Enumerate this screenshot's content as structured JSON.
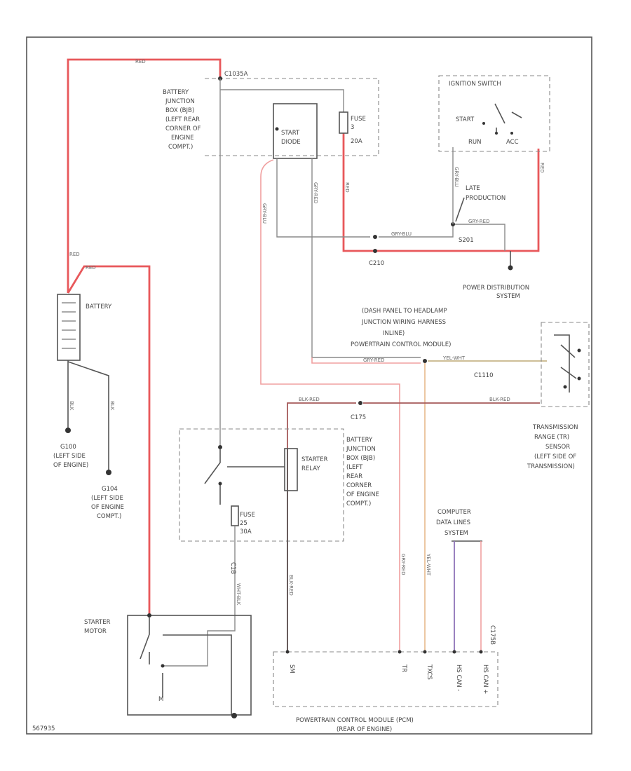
{
  "wire_colors": {
    "battery_feed": "#e8585b",
    "signal_pink": "#f0a0a0",
    "ground_gray": "#8a8a8a",
    "control": "#555555",
    "tr_signal": "#a55a5a",
    "data_orange": "#e8b98a",
    "data_purple": "#8e73b8"
  },
  "labels": {
    "c1035a": "C1035A",
    "bjb_top": [
      "BATTERY",
      "JUNCTION",
      "BOX (BJB)",
      "(LEFT REAR",
      "CORNER OF",
      "ENGINE",
      "COMPT.)"
    ],
    "start_diode": [
      "START",
      "DIODE"
    ],
    "fuse_top": [
      "FUSE",
      "3",
      "20A"
    ],
    "ignition_switch": "IGNITION SWITCH",
    "start": "START",
    "run": "RUN",
    "acc": "ACC",
    "late_production": [
      "LATE",
      "PRODUCTION"
    ],
    "s201": "S201",
    "c210": "C210",
    "power_distribution": [
      "POWER DISTRIBUTION",
      "SYSTEM"
    ],
    "battery": "BATTERY",
    "g100": [
      "G100",
      "(LEFT SIDE",
      "OF ENGINE)"
    ],
    "g104": [
      "G104",
      "(LEFT SIDE",
      "OF ENGINE",
      "COMPT.)"
    ],
    "dash_panel": [
      "(DASH PANEL TO HEADLAMP",
      "JUNCTION WIRING HARNESS",
      "INLINE)",
      "POWERTRAIN CONTROL MODULE)"
    ],
    "c1110": "C1110",
    "c175": "C175",
    "tr_sensor": [
      "TRANSMISSION",
      "RANGE (TR)",
      "SENSOR",
      "(LEFT SIDE OF",
      "TRANSMISSION)"
    ],
    "bjb_bottom": [
      "BATTERY",
      "JUNCTION",
      "BOX (BJB)",
      "(LEFT",
      "REAR",
      "CORNER",
      "OF ENGINE",
      "COMPT.)"
    ],
    "starter_relay": [
      "STARTER",
      "RELAY"
    ],
    "fuse_bottom": [
      "FUSE",
      "25",
      "30A"
    ],
    "c1b": "C1B",
    "computer_data_lines": [
      "COMPUTER",
      "DATA LINES",
      "SYSTEM"
    ],
    "starter_motor": [
      "STARTER",
      "MOTOR"
    ],
    "m": "M",
    "pcm": [
      "POWERTRAIN CONTROL MODULE (PCM)",
      "(REAR OF ENGINE)"
    ],
    "pcm_pins": [
      "SM",
      "TR",
      "TXCS",
      "HS CAN -",
      "HS CAN +"
    ],
    "c175b": "C175B",
    "diagram_id": "567935"
  },
  "wire_labels": {
    "red": "RED",
    "gry_blu": "GRY-BLU",
    "gry_red": "GRY-RED",
    "blk_red": "BLK-RED",
    "yel_wht": "YEL-WHT",
    "blk": "BLK",
    "wht_blk": "WHT-BLK"
  }
}
